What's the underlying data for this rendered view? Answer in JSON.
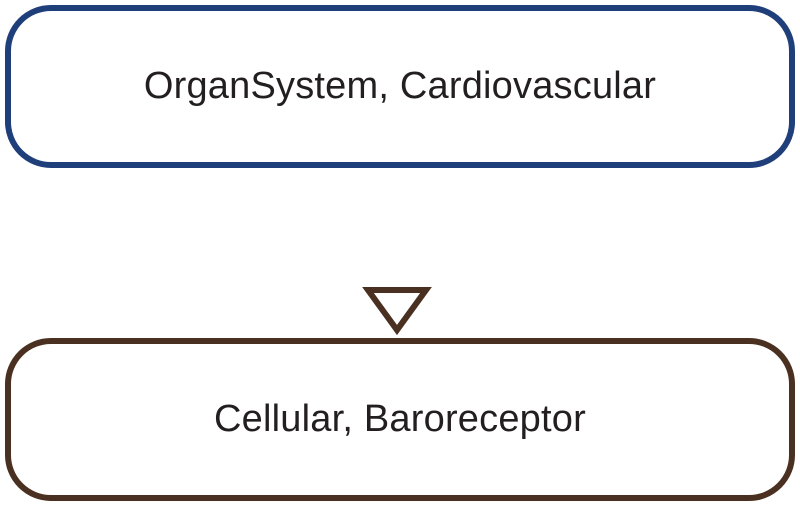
{
  "diagram": {
    "nodes": [
      {
        "label": "OrganSystem, Cardiovascular",
        "border_color": "#1f3f7a"
      },
      {
        "label": "Cellular, Baroreceptor",
        "border_color": "#4a3020"
      }
    ],
    "edge": {
      "from": "OrganSystem, Cardiovascular",
      "to": "Cellular, Baroreceptor",
      "arrowhead": "hollow-triangle",
      "line_gradient": [
        "#1f3f7a",
        "#4a3020"
      ]
    }
  }
}
